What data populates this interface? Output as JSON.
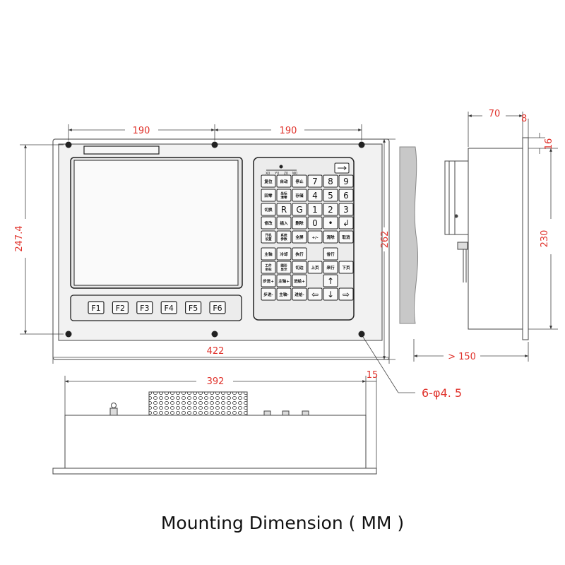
{
  "caption": "Mounting Dimension ( MM )",
  "dimensions": {
    "left_190": "190",
    "right_190": "190",
    "height_247_4": "247.4",
    "height_262": "262",
    "width_422": "422",
    "depth_70": "70",
    "flange_8": "8",
    "offset_16": "16",
    "height_230": "230",
    "clearance_150": "> 150",
    "bottom_392": "392",
    "bottom_15": "15",
    "holes": "6-φ4. 5"
  },
  "function_keys": [
    "F1",
    "F2",
    "F3",
    "F4",
    "F5",
    "F6"
  ],
  "axis_labels": [
    "X0",
    "Y0",
    "Z0",
    "M0"
  ],
  "keypad_rows": [
    [
      "复位",
      "自动",
      "停止",
      "7",
      "8",
      "9"
    ],
    [
      "回零",
      "坐标\n清零",
      "存储",
      "4",
      "5",
      "6"
    ],
    [
      "切换",
      "R",
      "G",
      "1",
      "2",
      "3"
    ],
    [
      "修改",
      "插入",
      "删除",
      "0",
      "•",
      "↲"
    ],
    [
      "开机\n设置",
      "系统\n参数",
      "全屏",
      "+/-",
      "清除",
      "取消"
    ],
    [
      "主轴",
      "冷却",
      "执行",
      "",
      "省行",
      ""
    ],
    [
      "工件\n坐标",
      "图形\n显示",
      "切边",
      "上页",
      "来行",
      "下页"
    ],
    [
      "步进+",
      "主轴+",
      "进给+",
      "",
      "↑",
      ""
    ],
    [
      "步进-",
      "主轴-",
      "进给-",
      "⇦",
      "↓",
      "⇨"
    ]
  ]
}
